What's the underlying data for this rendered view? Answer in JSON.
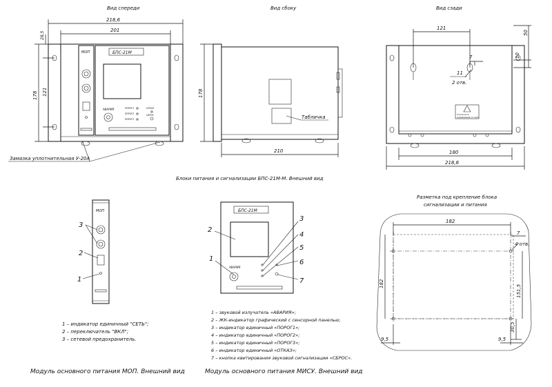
{
  "views": {
    "front_title": "Вид спереди",
    "side_title": "Вид сбоку",
    "back_title": "Вид сзади"
  },
  "front": {
    "dim_width_outer": "218,6",
    "dim_width_inner": "201",
    "dim_top": "28,5",
    "dim_height": "178",
    "dim_hole_spacing": "121",
    "mop_label": "МОП",
    "panel_title": "БПС-21М",
    "alarm_label": "АВАРИЯ",
    "ind1": "ПОРОГ1",
    "ind2": "ПОРОГ2",
    "ind3": "ПОРОГ3",
    "ind_fail": "ОТКАЗ",
    "reset": "СБРОС",
    "seal_label": "Замазка уплотнительная У-20А"
  },
  "side": {
    "dim_height": "178",
    "dim_depth": "210",
    "plate_label": "Табличка"
  },
  "back": {
    "dim_top": "50",
    "dim_spacing": "121",
    "dim_7": "7",
    "dim_10": "10",
    "dim_11": "11",
    "holes_note": "2 отв.",
    "dim_inner": "180",
    "dim_outer": "218,6",
    "warning_line1": "Отключить",
    "warning_line2": "напряжение от сети"
  },
  "caption_main": "Блоки питания и сигнализации БПС-21М-М. Внешний вид",
  "mop_module": {
    "label": "МОП",
    "callouts": [
      "3",
      "2",
      "1"
    ],
    "legend": [
      "1 – индикатор единичный \"СЕТЬ\";",
      "2 – переключатель \"ВКЛ\";",
      "3 –   сетевой предохранитель."
    ],
    "caption": "Модуль основного питания МОП. Внешний вид"
  },
  "misu_module": {
    "title": "БПС-21М",
    "alarm_label": "АВАРИЯ",
    "callouts": [
      "1",
      "2",
      "3",
      "4",
      "5",
      "6",
      "7"
    ],
    "legend": [
      "1 – звуковой излучатель «АВАРИЯ»;",
      "2 – ЖК-индикатор графический с сенсорной панелью;",
      "3 – индикатор единичный «ПОРОГ1»;",
      "4 – индикатор единичный «ПОРОГ2»;",
      "5 – индикатор единичный «ПОРОГ3»;",
      "6 – индикатор единичный «ОТКАЗ»;",
      "7 – кнопка квитирования звуковой сигнализации «СБРОС»."
    ],
    "caption": "Модуль основного питания МИСУ. Внешний вид"
  },
  "mounting": {
    "title_line1": "Разметка под крепление блока",
    "title_line2": "сигнализации и питания",
    "dim_182_h": "182",
    "dim_182_v": "182",
    "dim_7": "7",
    "holes_note": "4 отв.",
    "dim_151": "151,5",
    "dim_30": "30,5",
    "dim_9_left": "9,5",
    "dim_9_right": "9,5"
  }
}
